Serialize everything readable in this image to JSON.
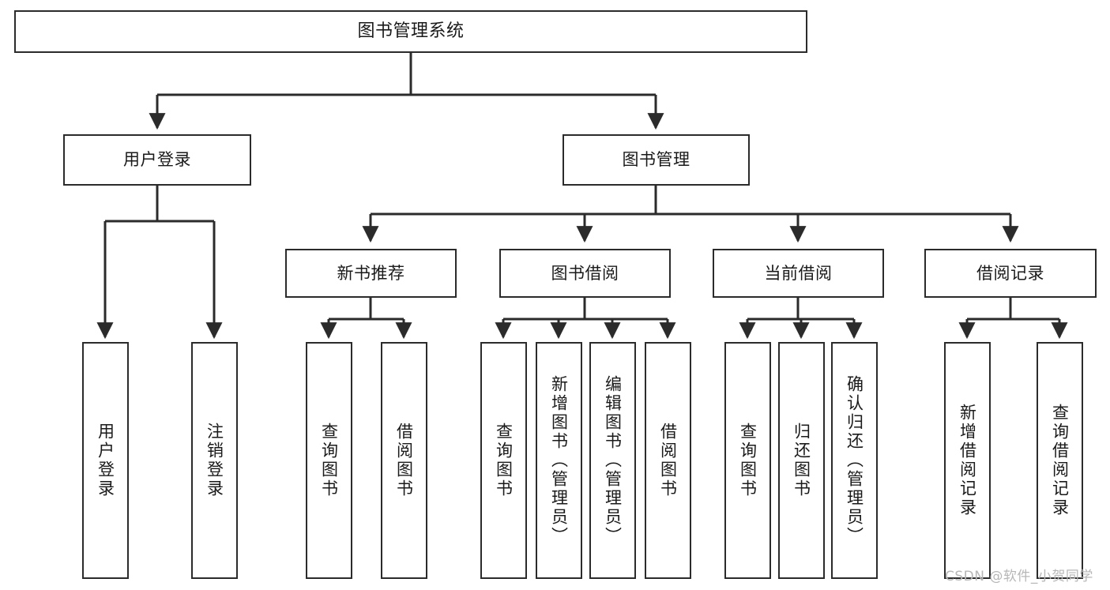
{
  "diagram": {
    "title": "图书管理系统",
    "type": "tree-hierarchy-chart",
    "background_color": "#ffffff",
    "line_color": "#2b2b2b",
    "box_fill": "#ffffff",
    "text_color": "#1a1a1a"
  },
  "nodes": {
    "root": {
      "label": "图书管理系统"
    },
    "level1": [
      {
        "label": "用户登录"
      },
      {
        "label": "图书管理"
      }
    ],
    "level2": [
      {
        "label": "新书推荐"
      },
      {
        "label": "图书借阅"
      },
      {
        "label": "当前借阅"
      },
      {
        "label": "借阅记录"
      }
    ],
    "leaves": {
      "user_login": [
        {
          "label": "用户登录"
        },
        {
          "label": "注销登录"
        }
      ],
      "new_book_recommend": [
        {
          "label": "查询图书"
        },
        {
          "label": "借阅图书"
        }
      ],
      "book_borrow": [
        {
          "label": "查询图书"
        },
        {
          "label": "新增图书（管理员）"
        },
        {
          "label": "编辑图书（管理员）"
        },
        {
          "label": "借阅图书"
        }
      ],
      "current_borrow": [
        {
          "label": "查询图书"
        },
        {
          "label": "归还图书"
        },
        {
          "label": "确认归还（管理员）"
        }
      ],
      "borrow_record": [
        {
          "label": "新增借阅记录"
        },
        {
          "label": "查询借阅记录"
        }
      ]
    }
  },
  "watermark": {
    "text": "CSDN @软件_小贺同学",
    "color": "#b7b7b7"
  }
}
